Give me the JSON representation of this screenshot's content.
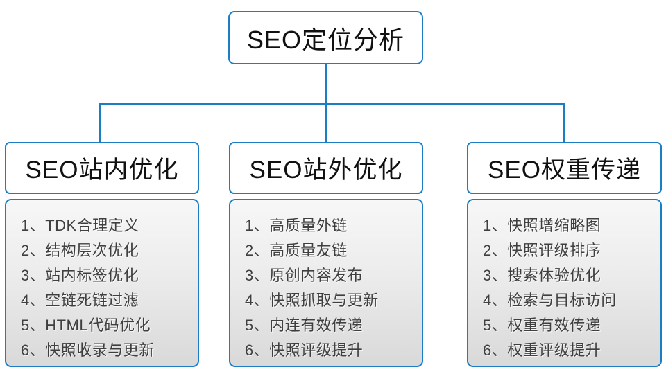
{
  "colors": {
    "connector_blue": "#1b7ec5",
    "node_border_blue": "#1b7ec5",
    "header_text": "#111111",
    "item_text": "#3f3f3f",
    "list_gradient_top": "#f7f7f7",
    "list_gradient_bottom": "#d9d9d9",
    "background": "#ffffff"
  },
  "root": {
    "title": "SEO定位分析"
  },
  "branches": [
    {
      "title": "SEO站内优化",
      "items": [
        "1、TDK合理定义",
        "2、结构层次优化",
        "3、站内标签优化",
        "4、空链死链过滤",
        "5、HTML代码优化",
        "6、快照收录与更新"
      ]
    },
    {
      "title": "SEO站外优化",
      "items": [
        "1、高质量外链",
        "2、高质量友链",
        "3、原创内容发布",
        "4、快照抓取与更新",
        "5、内连有效传递",
        "6、快照评级提升"
      ]
    },
    {
      "title": "SEO权重传递",
      "items": [
        "1、快照增缩略图",
        "2、快照评级排序",
        "3、搜索体验优化",
        "4、检索与目标访问",
        "5、权重有效传递",
        "6、权重评级提升"
      ]
    }
  ]
}
